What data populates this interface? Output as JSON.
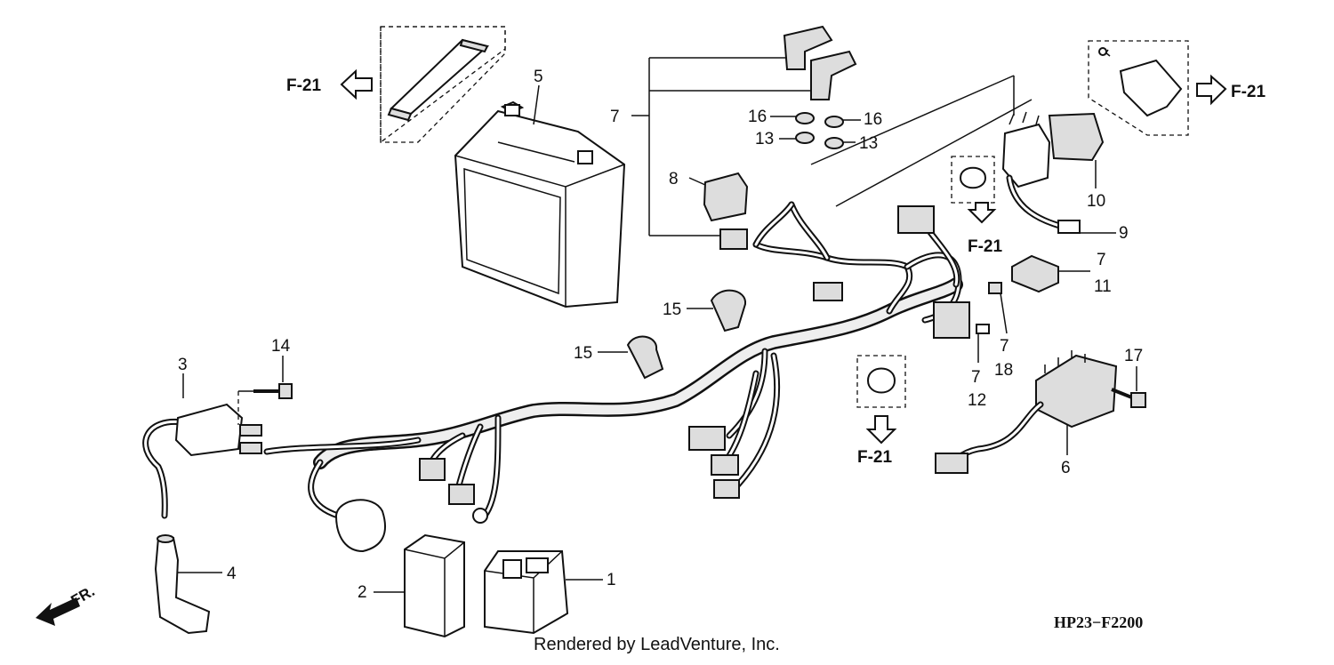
{
  "diagram": {
    "labels": {
      "p1": "1",
      "p2": "2",
      "p3": "3",
      "p4": "4",
      "p5": "5",
      "p6": "6",
      "p7a": "7",
      "p7b": "7",
      "p7c": "7",
      "p7d": "7",
      "p8": "8",
      "p9": "9",
      "p10": "10",
      "p11": "11",
      "p12": "12",
      "p13a": "13",
      "p13b": "13",
      "p14": "14",
      "p15a": "15",
      "p15b": "15",
      "p16a": "16",
      "p16b": "16",
      "p17": "17",
      "p18": "18"
    },
    "references": {
      "left": "F-21",
      "right": "F-21",
      "center_upper": "F-21",
      "center_lower": "F-21"
    },
    "front_marker": "FR.",
    "diagram_code": "HP23−F2200",
    "credit": "Rendered by LeadVenture, Inc."
  }
}
